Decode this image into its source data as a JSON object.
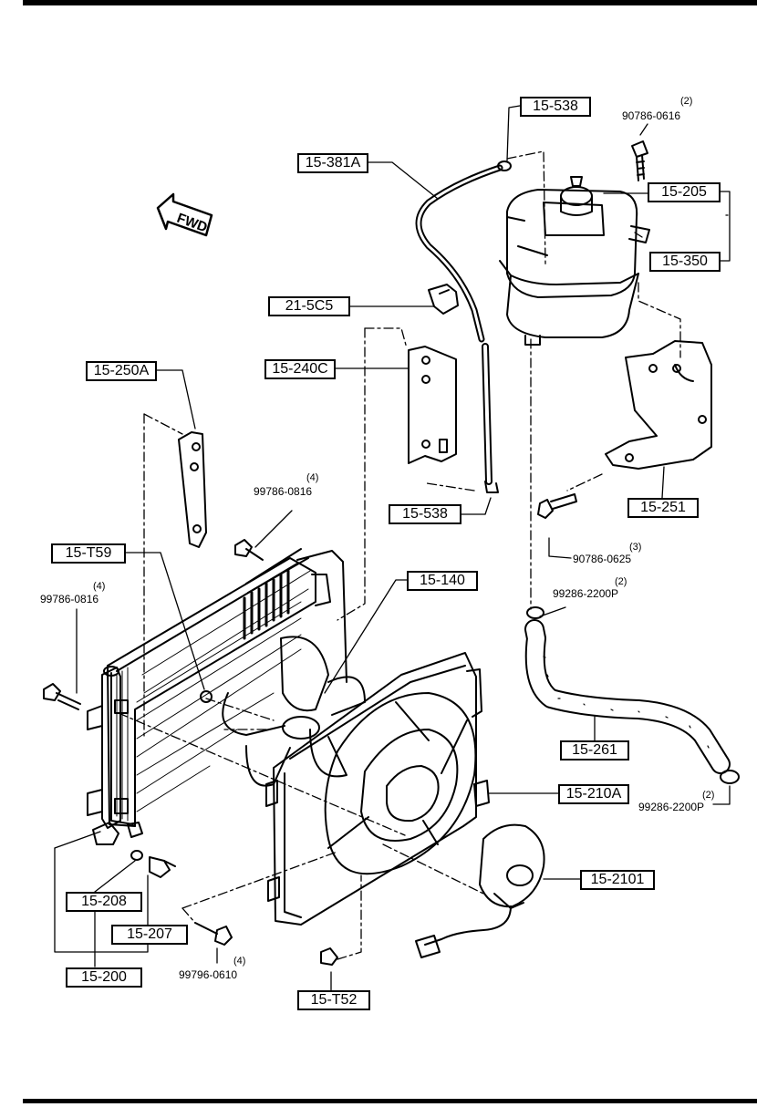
{
  "fwd_label": "FWD",
  "callouts": [
    {
      "id": "c15538a",
      "text": "15-538"
    },
    {
      "id": "c15381a",
      "text": "15-381A"
    },
    {
      "id": "c15205",
      "text": "15-205"
    },
    {
      "id": "c15350",
      "text": "15-350"
    },
    {
      "id": "c215c5",
      "text": "21-5C5"
    },
    {
      "id": "c15240c",
      "text": "15-240C"
    },
    {
      "id": "c15250a",
      "text": "15-250A"
    },
    {
      "id": "c15538b",
      "text": "15-538"
    },
    {
      "id": "c15251",
      "text": "15-251"
    },
    {
      "id": "c15t59",
      "text": "15-T59"
    },
    {
      "id": "c15140",
      "text": "15-140"
    },
    {
      "id": "c15261",
      "text": "15-261"
    },
    {
      "id": "c15210a",
      "text": "15-210A"
    },
    {
      "id": "c152101",
      "text": "15-2101"
    },
    {
      "id": "c15208",
      "text": "15-208"
    },
    {
      "id": "c15207",
      "text": "15-207"
    },
    {
      "id": "c15200",
      "text": "15-200"
    },
    {
      "id": "c15t52",
      "text": "15-T52"
    }
  ],
  "part_numbers": [
    {
      "id": "p1",
      "qty": "(2)",
      "text": "90786-0616"
    },
    {
      "id": "p2",
      "qty": "(4)",
      "text": "99786-0816"
    },
    {
      "id": "p3",
      "qty": "(4)",
      "text": "99786-0816"
    },
    {
      "id": "p4",
      "qty": "(3)",
      "text": "90786-0625"
    },
    {
      "id": "p5",
      "qty": "(2)",
      "text": "99286-2200P"
    },
    {
      "id": "p6",
      "qty": "(2)",
      "text": "99286-2200P"
    },
    {
      "id": "p7",
      "qty": "(4)",
      "text": "99796-0610"
    }
  ]
}
